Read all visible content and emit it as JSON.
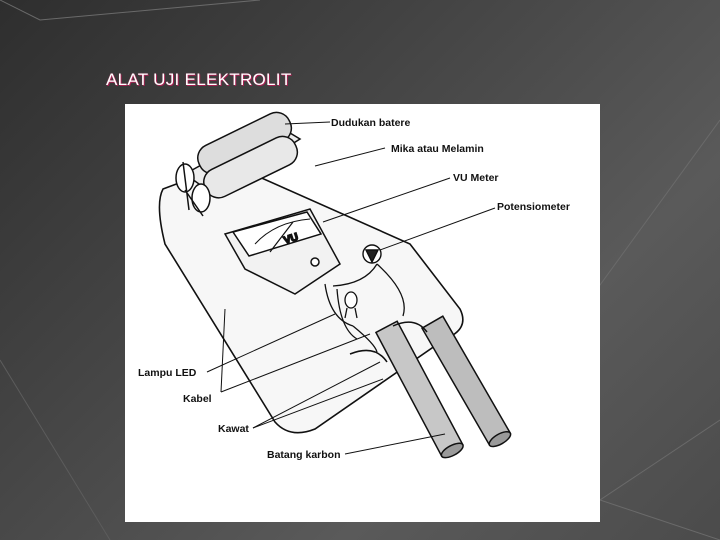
{
  "slide": {
    "title": "ALAT UJI ELEKTROLIT"
  },
  "diagram": {
    "meter_face_text": "VU",
    "labels": {
      "battery_holder": "Dudukan batere",
      "mica_board": "Mika atau Melamin",
      "vu_meter": "VU Meter",
      "potentiometer": "Potensiometer",
      "led": "Lampu LED",
      "cable": "Kabel",
      "wire": "Kawat",
      "carbon_rod": "Batang karbon"
    }
  }
}
